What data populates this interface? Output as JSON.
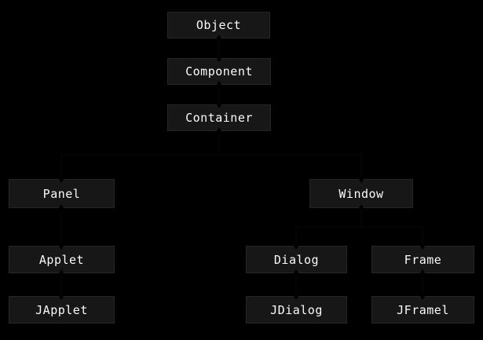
{
  "diagram": {
    "type": "class-hierarchy",
    "nodes": [
      {
        "id": "object",
        "label": "Object"
      },
      {
        "id": "component",
        "label": "Component"
      },
      {
        "id": "container",
        "label": "Container"
      },
      {
        "id": "panel",
        "label": "Panel"
      },
      {
        "id": "window",
        "label": "Window"
      },
      {
        "id": "applet",
        "label": "Applet"
      },
      {
        "id": "dialog",
        "label": "Dialog"
      },
      {
        "id": "frame",
        "label": "Frame"
      },
      {
        "id": "japplet",
        "label": "JApplet"
      },
      {
        "id": "jdialog",
        "label": "JDialog"
      },
      {
        "id": "jframel",
        "label": "JFramel"
      }
    ],
    "edges": [
      {
        "from": "Component",
        "to": "Object"
      },
      {
        "from": "Container",
        "to": "Component"
      },
      {
        "from": "Panel",
        "to": "Container"
      },
      {
        "from": "Window",
        "to": "Container"
      },
      {
        "from": "Applet",
        "to": "Panel"
      },
      {
        "from": "JApplet",
        "to": "Applet"
      },
      {
        "from": "Dialog",
        "to": "Window"
      },
      {
        "from": "Frame",
        "to": "Window"
      },
      {
        "from": "JDialog",
        "to": "Dialog"
      },
      {
        "from": "JFramel",
        "to": "Frame"
      }
    ],
    "colors": {
      "background": "#000000",
      "node_fill": "#171717",
      "node_border": "#262626",
      "text": "#fafafa",
      "connector": "#0a0a0a",
      "arrowhead": "#000000"
    }
  }
}
